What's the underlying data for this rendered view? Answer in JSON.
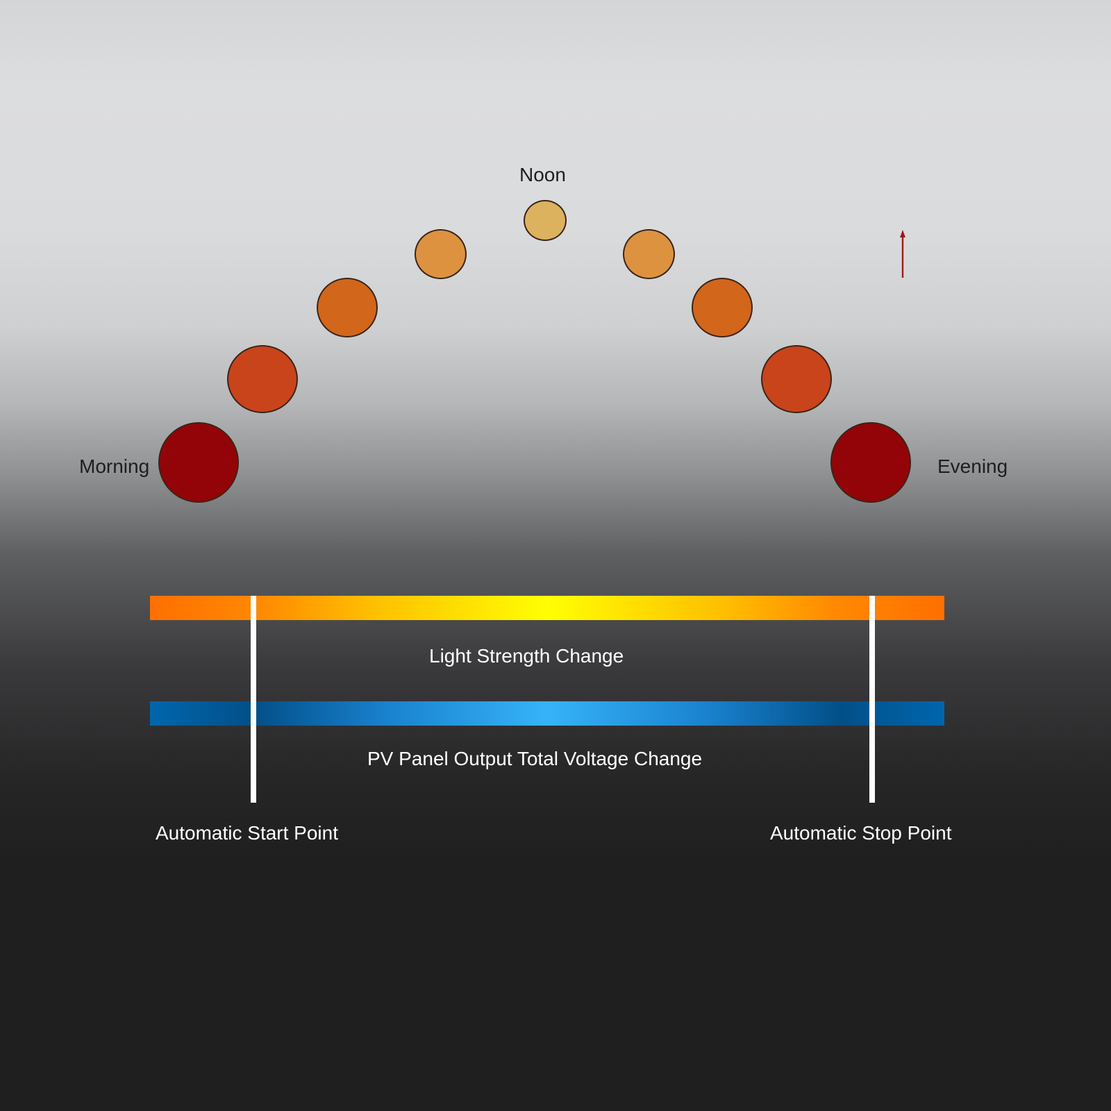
{
  "labels": {
    "noon": "Noon",
    "morning": "Morning",
    "evening": "Evening",
    "light_strength": "Light Strength Change",
    "pv_voltage": "PV Panel Output Total Voltage Change",
    "start_point": "Automatic Start Point",
    "stop_point": "Automatic Stop Point"
  },
  "colors": {
    "sun_noon": "#dcb25e",
    "sun_late": "#dd9240",
    "sun_mid": "#d2661a",
    "sun_low": "#c9441a",
    "sun_horizon": "#930408",
    "light_bar_edge": "#ff6f00",
    "light_bar_center": "#ffff00",
    "voltage_bar_edge": "#0066ad",
    "voltage_bar_center": "#36b3f9",
    "arrow": "#9b1b1b"
  }
}
